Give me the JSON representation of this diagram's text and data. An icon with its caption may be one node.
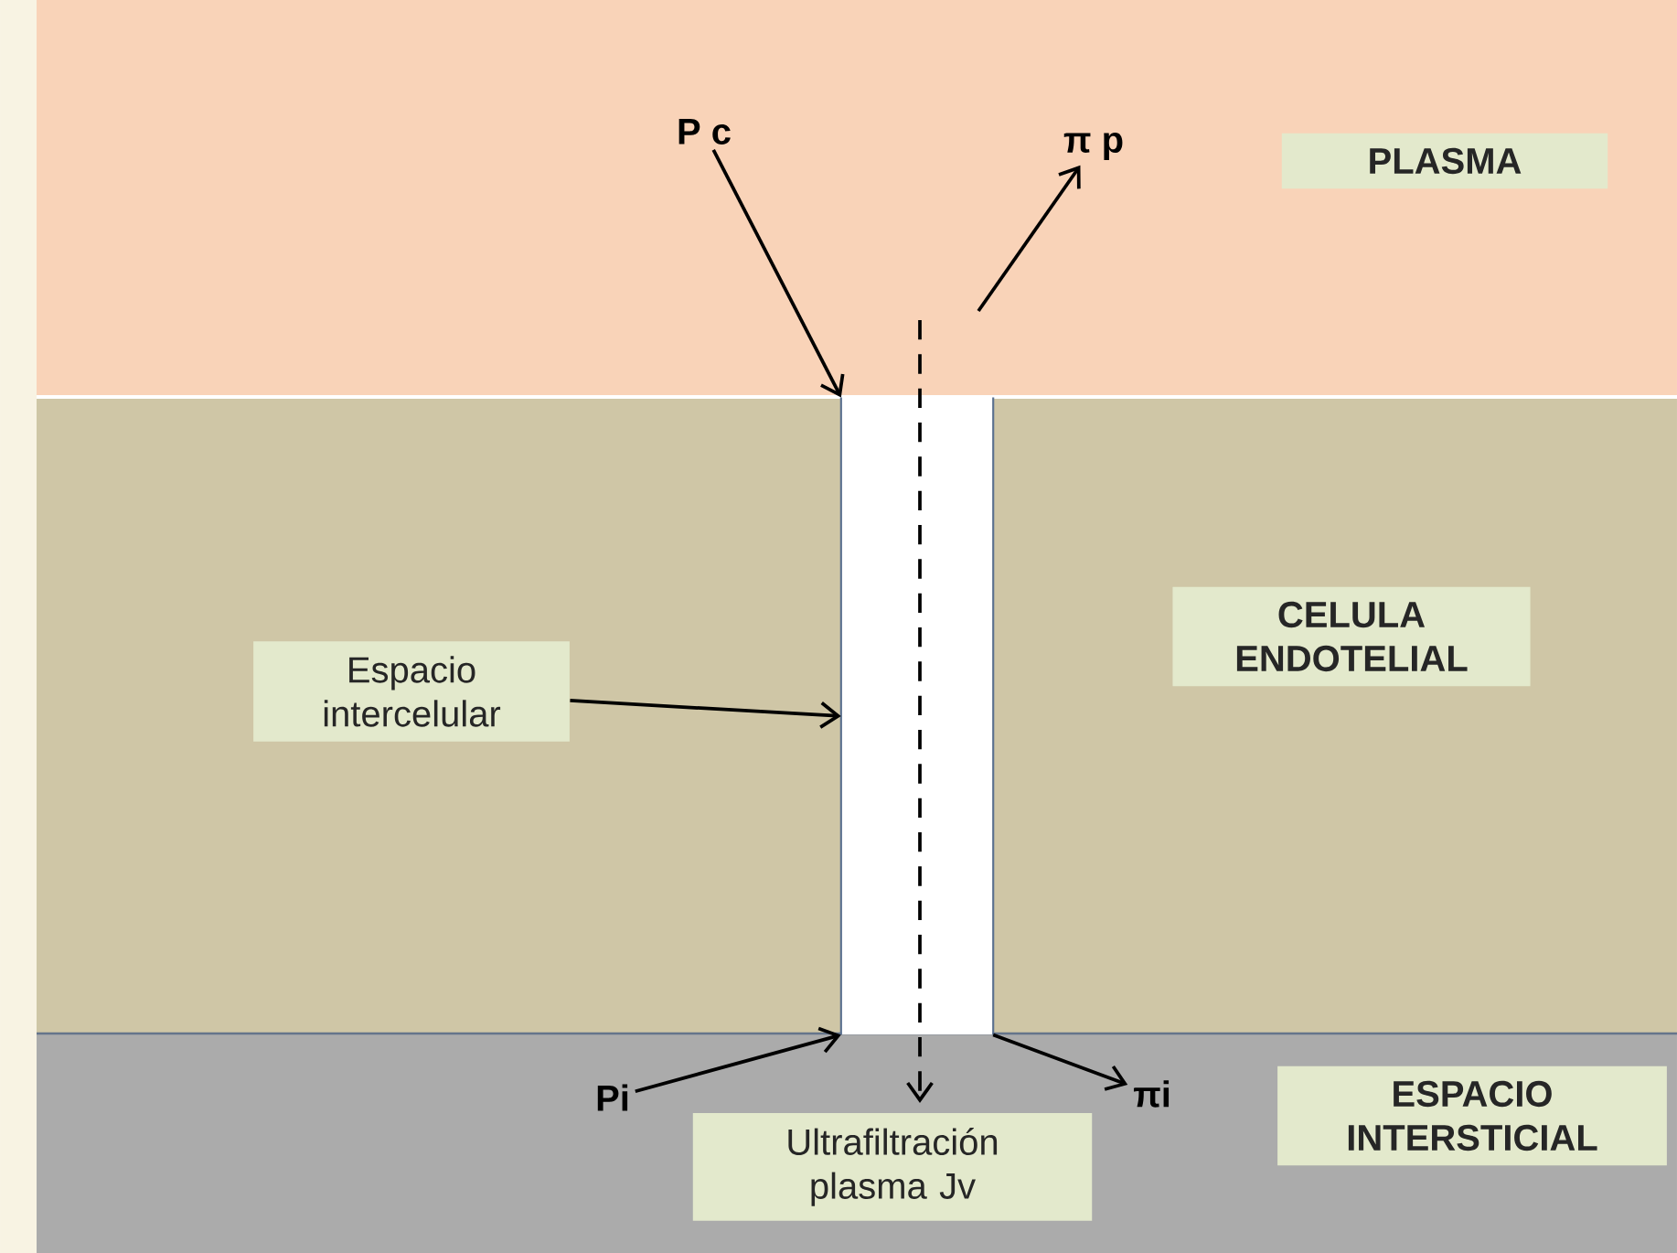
{
  "diagram": {
    "nodes": [
      {
        "text": [
          "PLASMA"
        ]
      },
      {
        "text": [
          "CELULA ENDOTELIAL"
        ]
      },
      {
        "text": [
          "Espacio intercelular"
        ]
      },
      {
        "text": [
          "ESPACIO INTERSTICIAL"
        ]
      },
      {
        "text": [
          "Ultrafiltración plasma Jv"
        ]
      },
      {
        "text": [
          "P c"
        ]
      },
      {
        "text": [
          "π p"
        ]
      },
      {
        "text": [
          "Pi"
        ]
      },
      {
        "text": [
          "πi"
        ]
      },
      {
        "text": [],
        "shape": "box"
      }
    ],
    "edges": [
      {
        "from": 5,
        "to": 9,
        "arrow": "to"
      },
      {
        "from": null,
        "to": 6,
        "arrow": "to"
      },
      {
        "from": 2,
        "to": 9,
        "arrow": "to"
      },
      {
        "from": 7,
        "to": 9,
        "arrow": "to"
      },
      {
        "from": 9,
        "to": 8,
        "arrow": "to"
      },
      {
        "from": null,
        "to": 4,
        "arrow": "to",
        "style": "dashed"
      }
    ]
  }
}
